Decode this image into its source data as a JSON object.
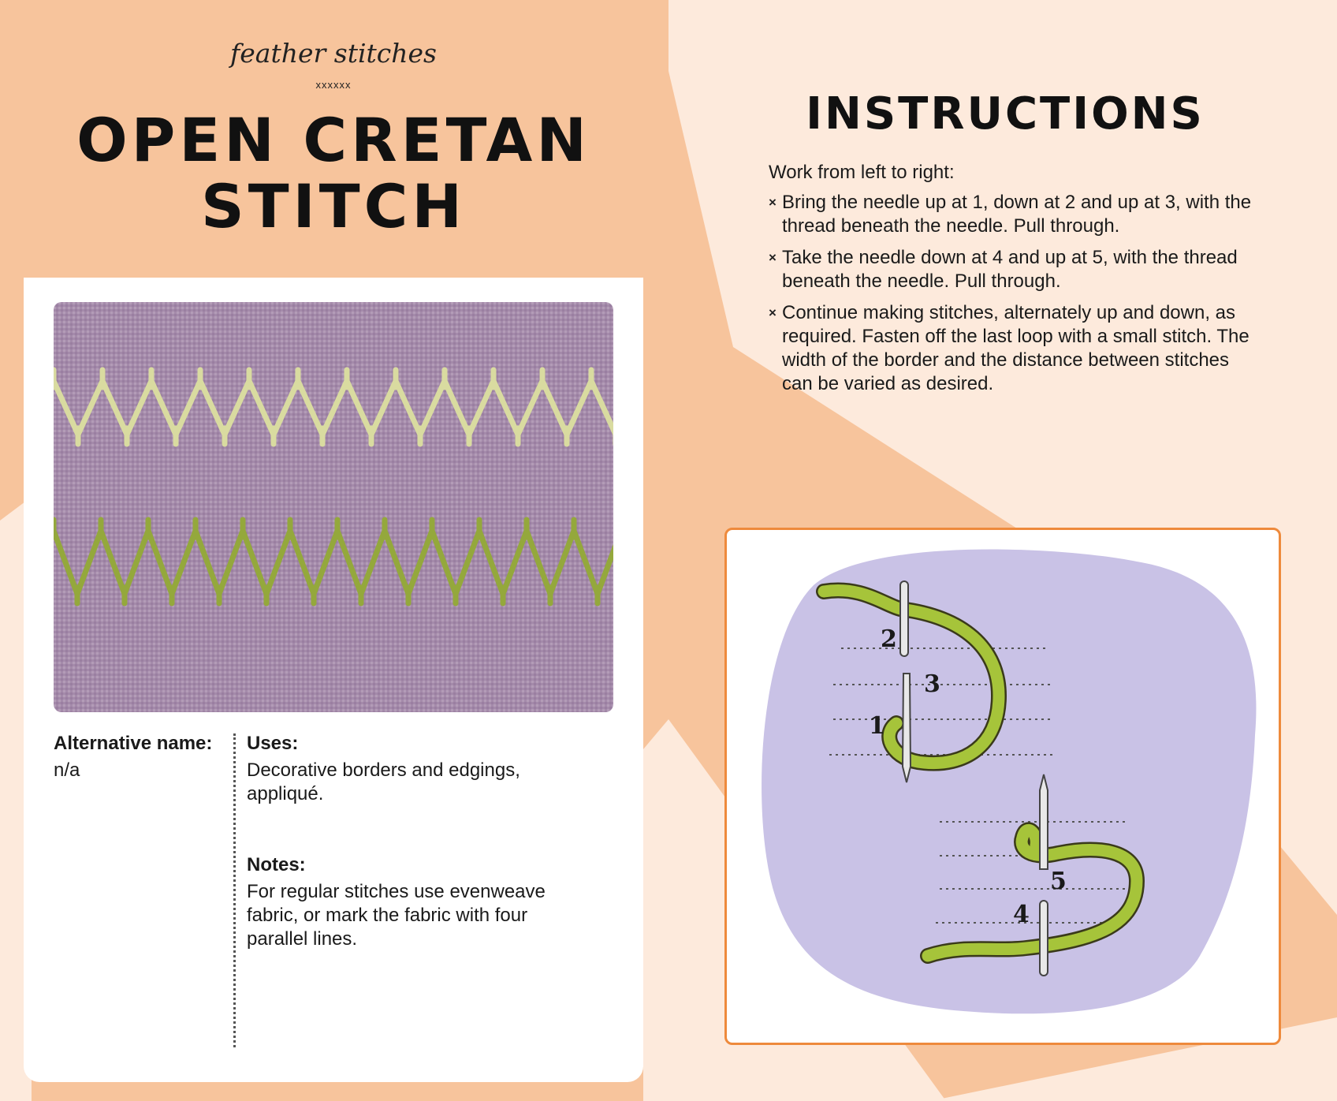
{
  "header": {
    "category": "feather stitches",
    "ornament": "xxxxxx",
    "title_line1": "OPEN CRETAN",
    "title_line2": "STITCH"
  },
  "colors": {
    "peach": "#f7c49c",
    "pale_peach": "#fdeadc",
    "frame_orange": "#ee8a3c",
    "fabric_purple": "#a48aaa",
    "thread_light": "#d9dba0",
    "thread_green": "#94a83c",
    "diagram_thread": "#a6c43a"
  },
  "photo": {
    "alt_icon": "embroidered-fabric-photo"
  },
  "info": {
    "alt_name_label": "Alternative name:",
    "alt_name_value": "n/a",
    "uses_label": "Uses:",
    "uses_value": "Decorative borders and edgings, appliqué.",
    "notes_label": "Notes:",
    "notes_value": "For regular stitches use evenweave fabric, or mark the fabric with four parallel lines."
  },
  "instructions": {
    "title": "INSTRUCTIONS",
    "intro": "Work from left to right:",
    "bullet_glyph": "×",
    "steps": [
      "Bring the needle up at 1, down at 2 and up at 3, with the thread beneath the needle. Pull through.",
      "Take the needle down at 4 and up at 5, with the thread beneath the needle. Pull through.",
      "Continue making stitches, alternately up and down, as required. Fasten off the last loop with a small stitch. The width of the border and the distance between stitches can be varied as desired."
    ]
  },
  "diagram": {
    "labels": [
      "1",
      "2",
      "3",
      "4",
      "5"
    ]
  }
}
